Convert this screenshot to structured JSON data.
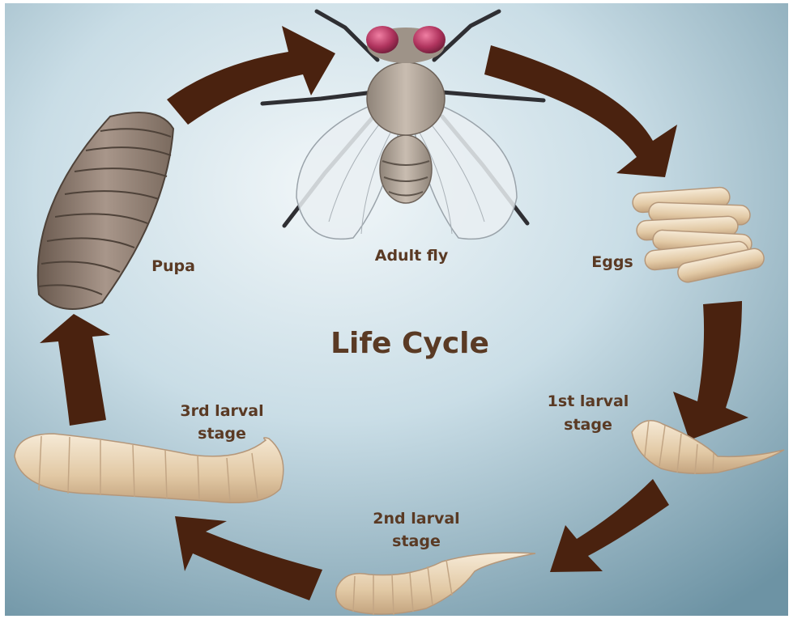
{
  "diagram": {
    "title": "Life Cycle",
    "stages": [
      {
        "id": "adult",
        "label": "Adult fly"
      },
      {
        "id": "eggs",
        "label": "Eggs"
      },
      {
        "id": "larva1",
        "label_line1": "1st larval",
        "label_line2": "stage"
      },
      {
        "id": "larva2",
        "label_line1": "2nd larval",
        "label_line2": "stage"
      },
      {
        "id": "larva3",
        "label_line1": "3rd larval",
        "label_line2": "stage"
      },
      {
        "id": "pupa",
        "label": "Pupa"
      }
    ],
    "colors": {
      "arrow": "#4a220f",
      "label": "#5a3a24",
      "background_light": "#eef4f7",
      "background_dark": "#6f95a6",
      "larva": "#e6cfae",
      "pupa": "#8c7a6c",
      "fly_eye": "#b0345e"
    }
  }
}
